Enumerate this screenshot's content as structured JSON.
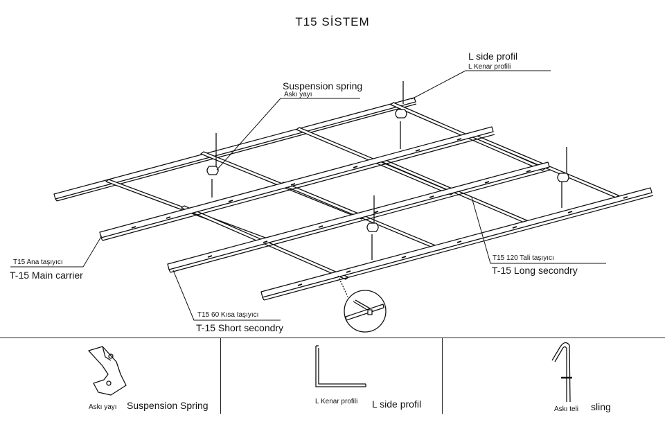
{
  "title": "T15  SİSTEM",
  "callouts": {
    "l_side_profile": {
      "en": "L side profil",
      "tr": "L Kenar profili"
    },
    "suspension_spring": {
      "en": "Suspension spring",
      "tr": "Askı yayı"
    },
    "main_carrier": {
      "tr": "T15 Ana taşıyıcı",
      "en": "T-15 Main carrier"
    },
    "long_secondary": {
      "tr": "T15 120 Tali taşıyıcı",
      "en": "T-15 Long secondry"
    },
    "short_secondary": {
      "tr": "T15 60 Kısa taşıyıcı",
      "en": "T-15 Short secondry"
    }
  },
  "components": {
    "spring": {
      "tr": "Askı yayı",
      "en": "Suspension Spring"
    },
    "profile": {
      "tr": "L Kenar profili",
      "en": "L side profil"
    },
    "sling": {
      "tr": "Askı teli",
      "en": "sling"
    }
  }
}
